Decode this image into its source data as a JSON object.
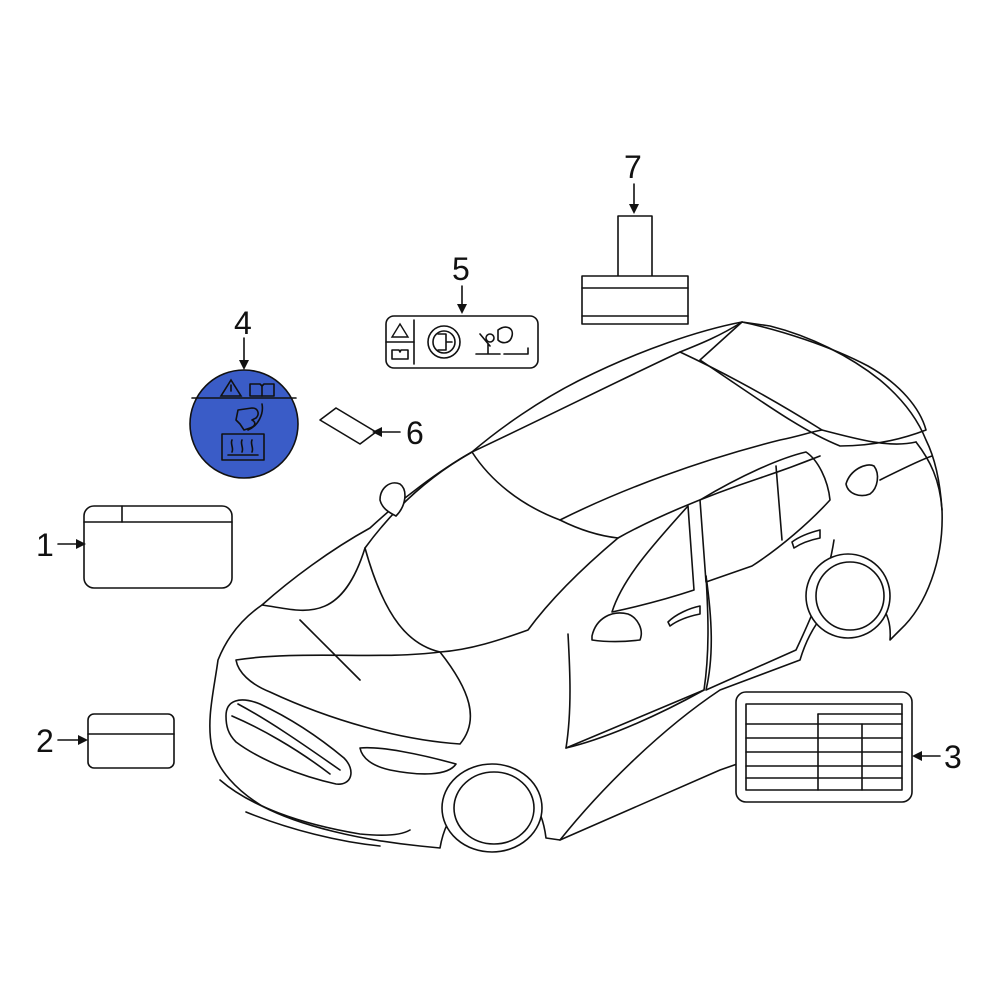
{
  "diagram": {
    "callouts": [
      {
        "id": "1",
        "label": "1"
      },
      {
        "id": "2",
        "label": "2"
      },
      {
        "id": "3",
        "label": "3"
      },
      {
        "id": "4",
        "label": "4"
      },
      {
        "id": "5",
        "label": "5"
      },
      {
        "id": "6",
        "label": "6"
      },
      {
        "id": "7",
        "label": "7"
      }
    ],
    "colors": {
      "highlight": "#3a5cc7",
      "line": "#111111",
      "background": "#ffffff"
    },
    "icons": [
      "warning-triangle-icon",
      "manual-book-icon",
      "hand-icon",
      "heater-icon",
      "globe-icon",
      "airbag-icon"
    ]
  }
}
